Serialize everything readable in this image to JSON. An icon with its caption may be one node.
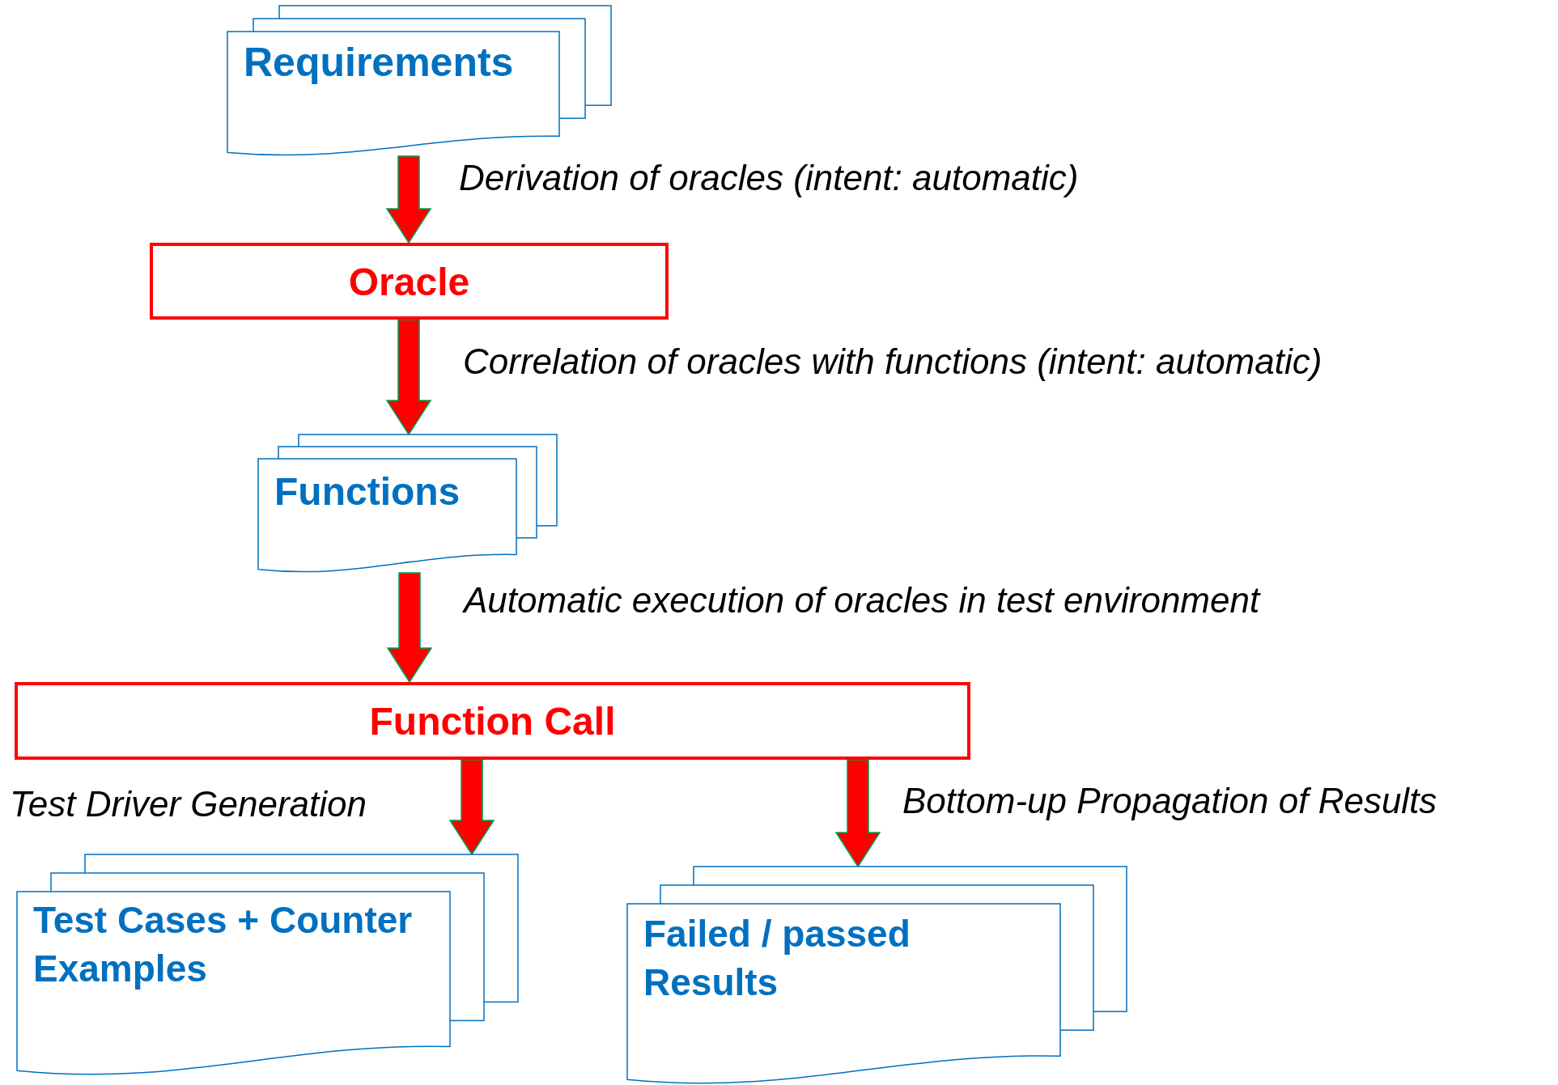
{
  "diagram": {
    "nodes": [
      {
        "text": [
          "Requirements"
        ]
      },
      {
        "text": [
          "Oracle"
        ]
      },
      {
        "text": [
          "Functions"
        ]
      },
      {
        "text": [
          "Function Call"
        ]
      },
      {
        "text": [
          "Test Cases + Counter Examples"
        ]
      },
      {
        "text": [
          "Failed / passed Results"
        ]
      }
    ],
    "edges": [
      {
        "from": 0,
        "to": 1,
        "arrow": "to",
        "label": "Derivation of oracles (intent: automatic)"
      },
      {
        "from": 1,
        "to": 2,
        "arrow": "to",
        "label": "Correlation of oracles with functions (intent: automatic)"
      },
      {
        "from": 2,
        "to": 3,
        "arrow": "to",
        "label": "Automatic execution of oracles in test environment"
      },
      {
        "from": 3,
        "to": 4,
        "arrow": "to",
        "label": "Test Driver Generation"
      },
      {
        "from": 3,
        "to": 5,
        "arrow": "to",
        "label": "Bottom-up Propagation of Results"
      }
    ]
  }
}
